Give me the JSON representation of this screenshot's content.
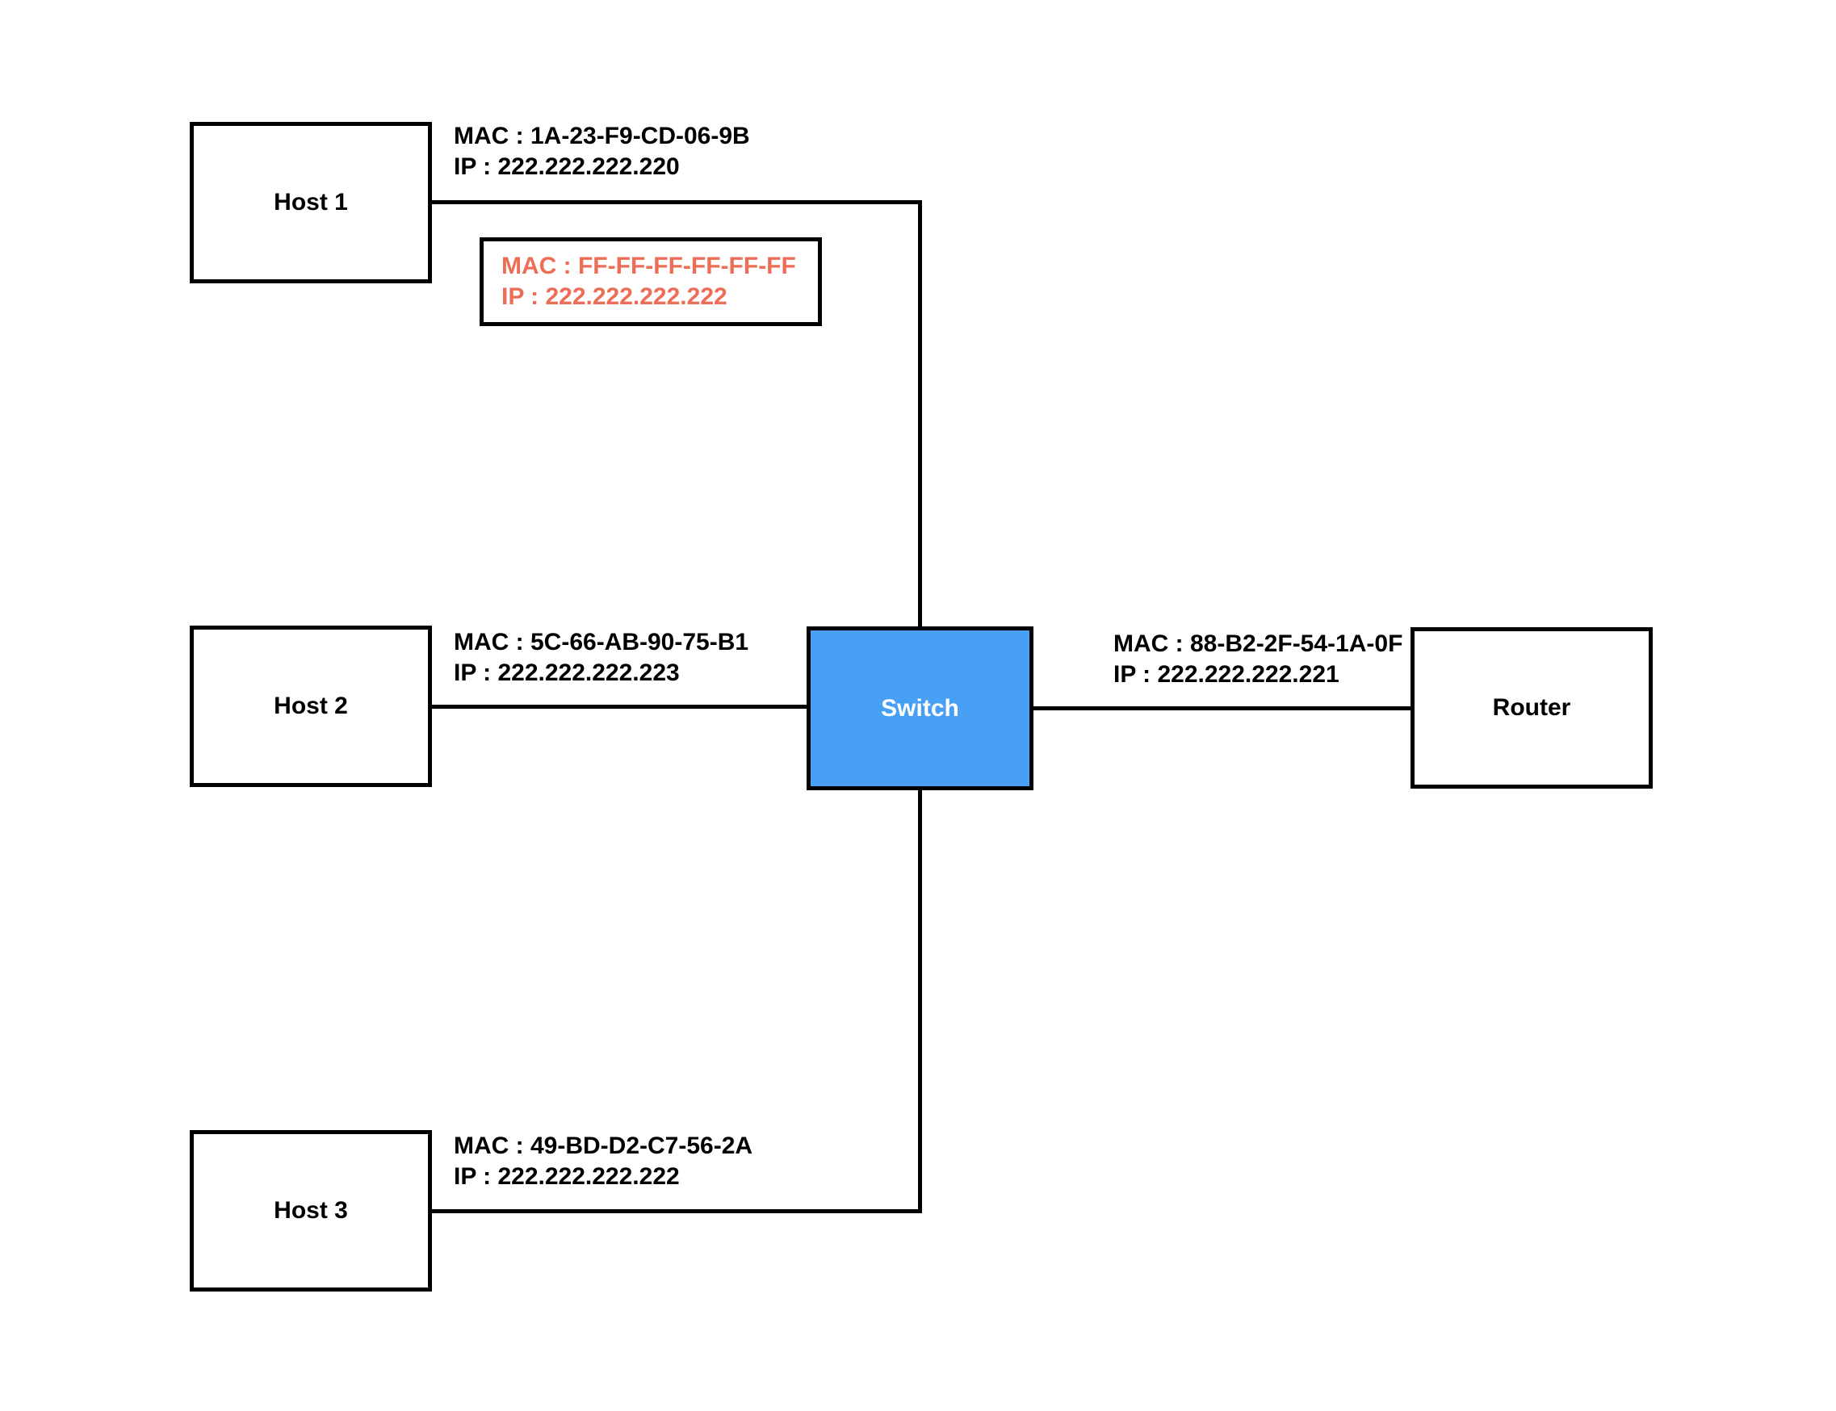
{
  "diagram": {
    "type": "network-topology",
    "nodes": {
      "host1": {
        "label": "Host 1",
        "mac": "MAC : 1A-23-F9-CD-06-9B",
        "ip": "IP : 222.222.222.220"
      },
      "host2": {
        "label": "Host 2",
        "mac": "MAC : 5C-66-AB-90-75-B1",
        "ip": "IP : 222.222.222.223"
      },
      "host3": {
        "label": "Host 3",
        "mac": "MAC : 49-BD-D2-C7-56-2A",
        "ip": "IP : 222.222.222.222"
      },
      "switch": {
        "label": "Switch"
      },
      "router": {
        "label": "Router",
        "mac": "MAC : 88-B2-2F-54-1A-0F",
        "ip": "IP : 222.222.222.221"
      }
    },
    "broadcast_frame": {
      "mac": "MAC : FF-FF-FF-FF-FF-FF",
      "ip": "IP : 222.222.222.222"
    },
    "edges": [
      {
        "from": "host1",
        "to": "switch"
      },
      {
        "from": "host2",
        "to": "switch"
      },
      {
        "from": "host3",
        "to": "switch"
      },
      {
        "from": "switch",
        "to": "router"
      }
    ],
    "colors": {
      "switch_fill": "#47A0F3",
      "switch_text": "#FFFFFF",
      "broadcast_text": "#ED6E57",
      "line": "#000000",
      "background": "#FFFFFF"
    }
  }
}
